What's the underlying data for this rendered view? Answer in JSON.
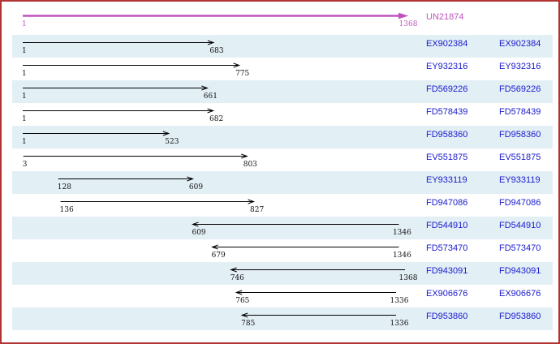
{
  "colors": {
    "border": "#b23333",
    "band": "#e2eff5",
    "background": "#ffffff",
    "reference_arrow": "#bd53bd",
    "reference_label": "#bd53bd",
    "alignment_arrow": "#000000",
    "accession_link": "#1a1acd",
    "coordinate_text": "#111111"
  },
  "chart_data": {
    "type": "bar",
    "subtype": "horizontal-span-arrows (sequence alignment map)",
    "title": "",
    "xlabel": "",
    "ylabel": "",
    "axis": {
      "min": 1,
      "max": 1368,
      "grid": false
    },
    "legend": "none",
    "reference": {
      "name": "UN21874",
      "start": 1,
      "end": 1368,
      "strand": "forward"
    },
    "alignments": [
      {
        "name": "EX902384",
        "start": 1,
        "end": 683,
        "strand": "forward"
      },
      {
        "name": "EY932316",
        "start": 1,
        "end": 775,
        "strand": "forward"
      },
      {
        "name": "FD569226",
        "start": 1,
        "end": 661,
        "strand": "forward"
      },
      {
        "name": "FD578439",
        "start": 1,
        "end": 682,
        "strand": "forward"
      },
      {
        "name": "FD958360",
        "start": 1,
        "end": 523,
        "strand": "forward"
      },
      {
        "name": "EV551875",
        "start": 3,
        "end": 803,
        "strand": "forward"
      },
      {
        "name": "EY933119",
        "start": 128,
        "end": 609,
        "strand": "forward"
      },
      {
        "name": "FD947086",
        "start": 136,
        "end": 827,
        "strand": "forward"
      },
      {
        "name": "FD544910",
        "start": 609,
        "end": 1346,
        "strand": "reverse"
      },
      {
        "name": "FD573470",
        "start": 679,
        "end": 1346,
        "strand": "reverse"
      },
      {
        "name": "FD943091",
        "start": 746,
        "end": 1368,
        "strand": "reverse"
      },
      {
        "name": "EX906676",
        "start": 765,
        "end": 1336,
        "strand": "reverse"
      },
      {
        "name": "FD953860",
        "start": 785,
        "end": 1336,
        "strand": "reverse"
      }
    ]
  }
}
